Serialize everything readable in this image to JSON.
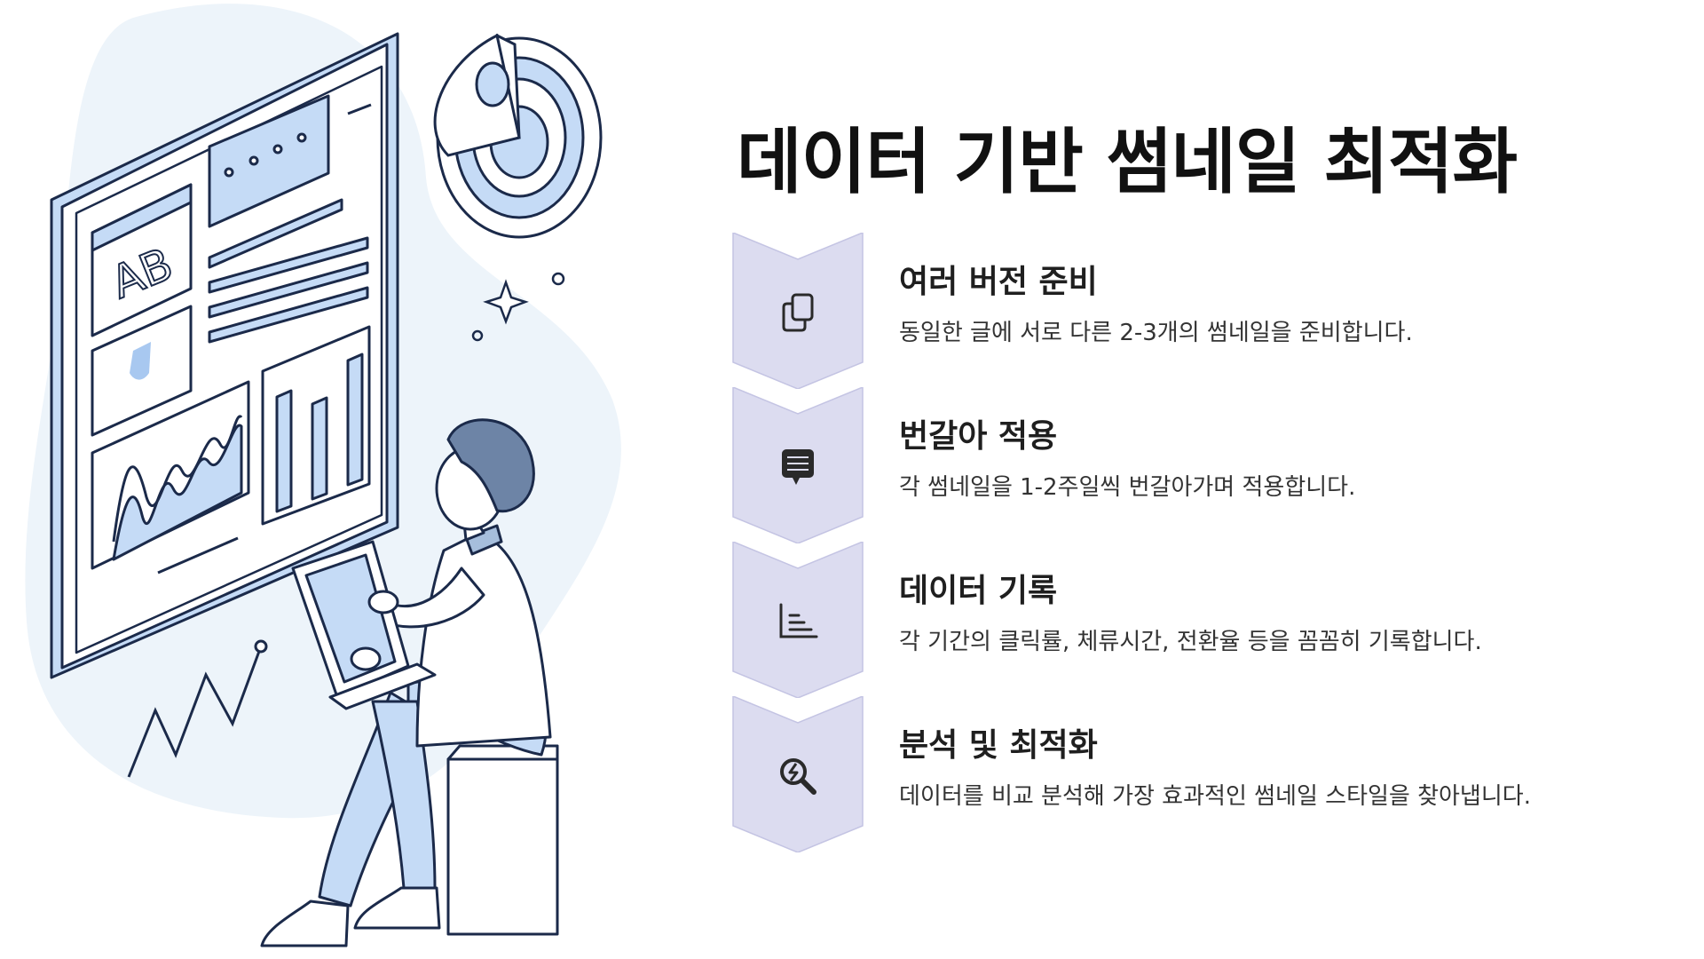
{
  "title": "데이터 기반 썸네일 최적화",
  "illustration": {
    "board_label": "AB",
    "description_icons": [
      "document-board-icon",
      "target-icon",
      "person-with-laptop-icon",
      "zigzag-line-icon"
    ]
  },
  "colors": {
    "chevron_fill": "#dcdcf0",
    "chevron_stroke": "#c4c4e3",
    "illustration_blue": "#c5dbf6",
    "illustration_outline": "#1b2a4a",
    "background_blob": "#edf4fa",
    "hair": "#6d84a6"
  },
  "steps": [
    {
      "icon": "copy-icon",
      "title": "여러 버전 준비",
      "description": "동일한 글에 서로 다른 2-3개의 썸네일을 준비합니다."
    },
    {
      "icon": "message-icon",
      "title": "번갈아 적용",
      "description": "각 썸네일을 1-2주일씩 번갈아가며 적용합니다."
    },
    {
      "icon": "chart-icon",
      "title": "데이터 기록",
      "description": "각 기간의 클릭률, 체류시간, 전환율 등을 꼼꼼히 기록합니다."
    },
    {
      "icon": "search-analysis-icon",
      "title": "분석 및 최적화",
      "description": "데이터를 비교 분석해 가장 효과적인 썸네일 스타일을 찾아냅니다."
    }
  ]
}
